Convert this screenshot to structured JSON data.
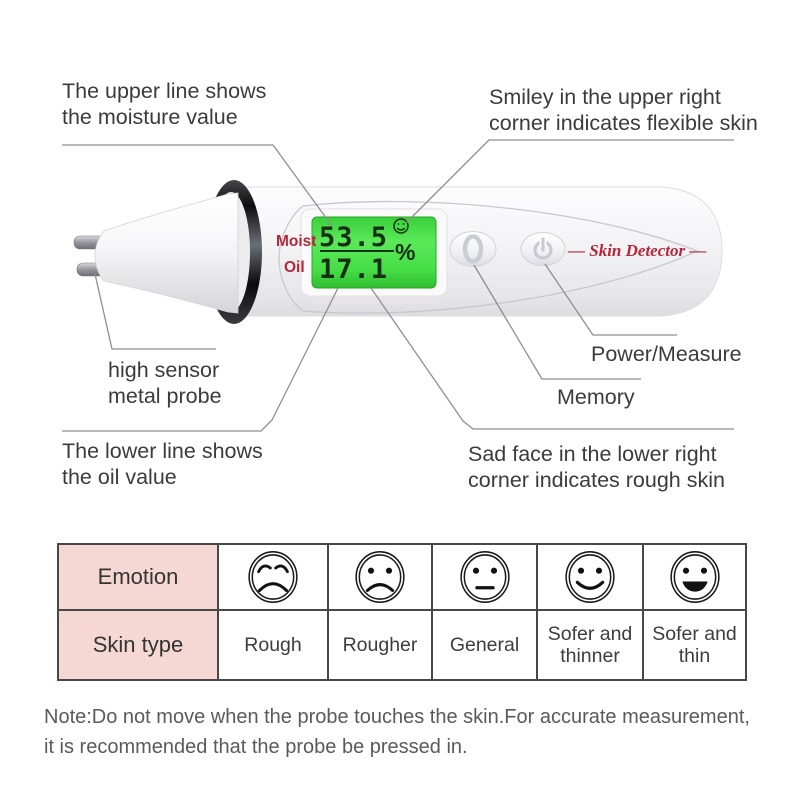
{
  "colors": {
    "accent_red": "#b5253c",
    "lcd_green": "#4bdb4b",
    "table_header_pink": "#f5d7d3",
    "annotation_text": "#3b3b3b",
    "callout_line": "#8f8f93"
  },
  "annotations": {
    "moisture": "The upper line shows\nthe moisture value",
    "smiley": "Smiley in the upper right\ncorner indicates flexible skin",
    "probe": "high sensor\nmetal probe",
    "power": "Power/Measure",
    "memory": "Memory",
    "oil": "The lower line shows\nthe oil value",
    "sad_face": "Sad face in the lower right\ncorner indicates rough skin"
  },
  "device": {
    "brand": "— Skin Detector —",
    "lcd": {
      "moist_label": "Moist",
      "oil_label": "Oil",
      "moisture_value": "53.5",
      "oil_value": "17.1",
      "unit": "%",
      "mood_icon": "smiley-face-icon"
    },
    "buttons": [
      {
        "name": "memory-button",
        "icon": "memory-oval-icon"
      },
      {
        "name": "power-button",
        "icon": "power-icon"
      }
    ]
  },
  "table": {
    "row_headers": [
      "Emotion",
      "Skin type"
    ],
    "emotion_icons": [
      "very-sad-face-icon",
      "sad-face-icon",
      "neutral-face-icon",
      "smile-face-icon",
      "grin-face-icon"
    ],
    "skin_types": [
      "Rough",
      "Rougher",
      "General",
      "Sofer and thinner",
      "Sofer and thin"
    ]
  },
  "note": "Note:Do not move when the probe touches the skin.For accurate measurement,\nit is recommended that the probe be pressed in."
}
